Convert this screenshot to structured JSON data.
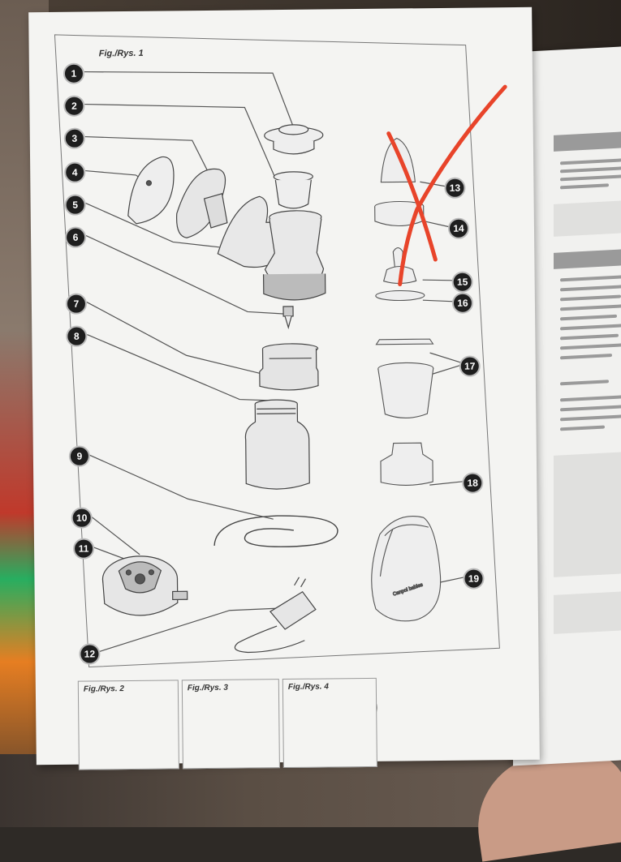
{
  "figure1": {
    "title": "Fig./Rys. 1",
    "part_numbers": [
      "1",
      "2",
      "3",
      "4",
      "5",
      "6",
      "7",
      "8",
      "9",
      "10",
      "11",
      "12",
      "13",
      "14",
      "15",
      "16",
      "17",
      "18",
      "19"
    ]
  },
  "panels": [
    {
      "label": "Fig./Rys. 2"
    },
    {
      "label": "Fig./Rys. 3"
    },
    {
      "label": "Fig./Rys. 4"
    }
  ],
  "bag_brand": "Canpol babies",
  "annotation": {
    "mark": "red-cross",
    "color": "#e8442a"
  }
}
